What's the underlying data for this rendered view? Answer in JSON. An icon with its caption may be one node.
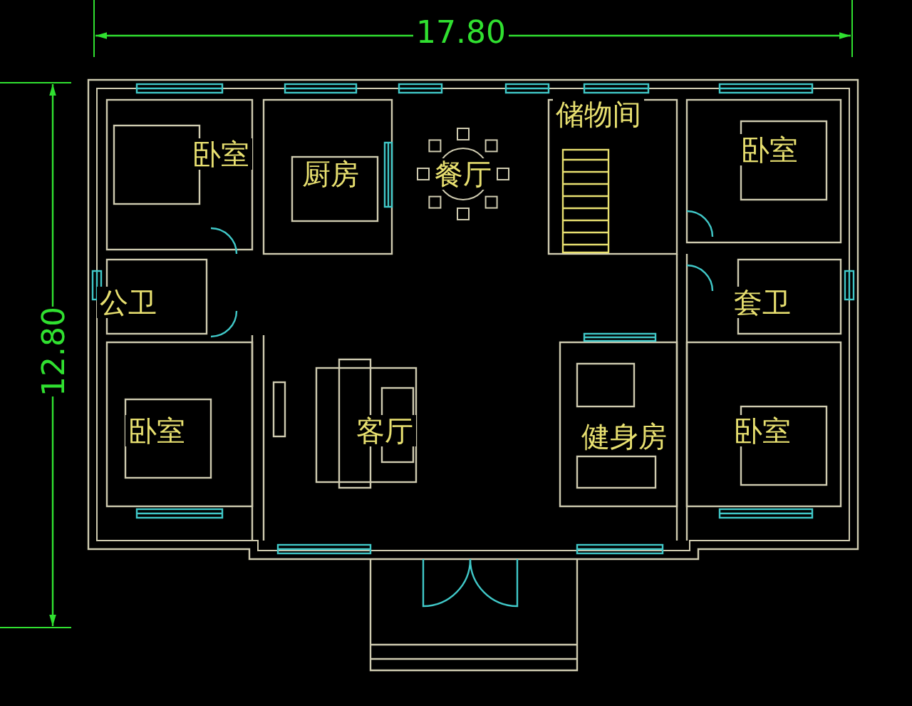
{
  "diagram": {
    "labels": [
      "17.80",
      "12.80",
      "卧室",
      "厨房",
      "餐厅",
      "储物间",
      "卧室",
      "公卫",
      "套卫",
      "卧室",
      "客厅",
      "健身房",
      "卧室"
    ]
  }
}
